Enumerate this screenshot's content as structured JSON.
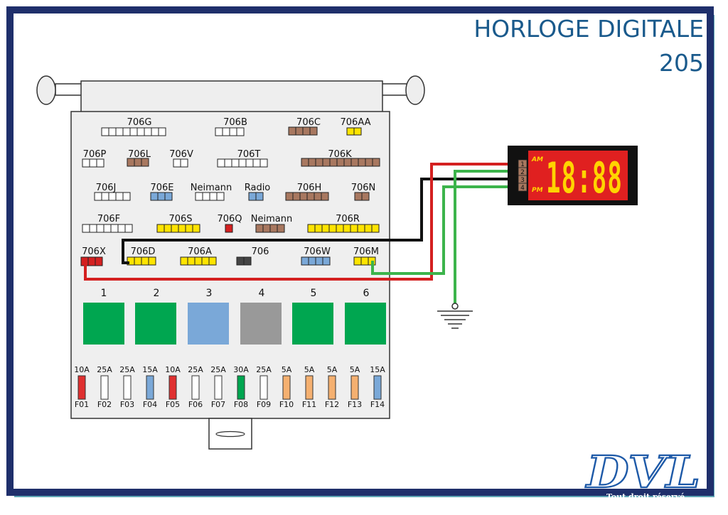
{
  "title": {
    "line1": "HORLOGE DIGITALE",
    "line2": "205"
  },
  "connectors": [
    {
      "name": "706G",
      "pins": 9,
      "color": "#ffffff"
    },
    {
      "name": "706B",
      "pins": 4,
      "color": "#ffffff"
    },
    {
      "name": "706C",
      "pins": 4,
      "color": "#a87860"
    },
    {
      "name": "706AA",
      "pins": 2,
      "color": "#ffe400"
    },
    {
      "name": "706P",
      "pins": 3,
      "color": "#ffffff"
    },
    {
      "name": "706L",
      "pins": 3,
      "color": "#a87860"
    },
    {
      "name": "706V",
      "pins": 2,
      "color": "#ffffff"
    },
    {
      "name": "706T",
      "pins": 7,
      "color": "#ffffff"
    },
    {
      "name": "706K",
      "pins": 11,
      "color": "#a87860"
    },
    {
      "name": "706J",
      "pins": 5,
      "color": "#ffffff"
    },
    {
      "name": "706E",
      "pins": 3,
      "color": "#7aa8d8"
    },
    {
      "name": "Neimann",
      "pins": 4,
      "color": "#ffffff"
    },
    {
      "name": "Radio",
      "pins": 2,
      "color": "#7aa8d8"
    },
    {
      "name": "706H",
      "pins": 6,
      "color": "#a87860"
    },
    {
      "name": "706N",
      "pins": 2,
      "color": "#a87860"
    },
    {
      "name": "706F",
      "pins": 7,
      "color": "#ffffff"
    },
    {
      "name": "706S",
      "pins": 6,
      "color": "#ffe400"
    },
    {
      "name": "706Q",
      "pins": 1,
      "color": "#d42020"
    },
    {
      "name": "Neimann",
      "pins": 4,
      "color": "#a87860"
    },
    {
      "name": "706R",
      "pins": 10,
      "color": "#ffe400"
    },
    {
      "name": "706X",
      "pins": 3,
      "color": "#d42020"
    },
    {
      "name": "706D",
      "pins": 4,
      "color": "#ffe400"
    },
    {
      "name": "706A",
      "pins": 5,
      "color": "#ffe400"
    },
    {
      "name": "706",
      "pins": 2,
      "color": "#444444"
    },
    {
      "name": "706W",
      "pins": 4,
      "color": "#7aa8d8"
    },
    {
      "name": "706M",
      "pins": 3,
      "color": "#ffe400"
    }
  ],
  "relays": [
    {
      "label": "1",
      "color": "#00a650"
    },
    {
      "label": "2",
      "color": "#00a650"
    },
    {
      "label": "3",
      "color": "#7aa8d8"
    },
    {
      "label": "4",
      "color": "#999999"
    },
    {
      "label": "5",
      "color": "#00a650"
    },
    {
      "label": "6",
      "color": "#00a650"
    }
  ],
  "fuses": [
    {
      "rating": "10A",
      "id": "F01",
      "color": "#e03030"
    },
    {
      "rating": "25A",
      "id": "F02",
      "color": "#ffffff"
    },
    {
      "rating": "25A",
      "id": "F03",
      "color": "#ffffff"
    },
    {
      "rating": "15A",
      "id": "F04",
      "color": "#7aa8d8"
    },
    {
      "rating": "10A",
      "id": "F05",
      "color": "#e03030"
    },
    {
      "rating": "25A",
      "id": "F06",
      "color": "#ffffff"
    },
    {
      "rating": "25A",
      "id": "F07",
      "color": "#ffffff"
    },
    {
      "rating": "30A",
      "id": "F08",
      "color": "#00a650"
    },
    {
      "rating": "25A",
      "id": "F09",
      "color": "#ffffff"
    },
    {
      "rating": "5A",
      "id": "F10",
      "color": "#f5b070"
    },
    {
      "rating": "5A",
      "id": "F11",
      "color": "#f5b070"
    },
    {
      "rating": "5A",
      "id": "F12",
      "color": "#f5b070"
    },
    {
      "rating": "5A",
      "id": "F13",
      "color": "#f5b070"
    },
    {
      "rating": "15A",
      "id": "F14",
      "color": "#7aa8d8"
    }
  ],
  "clock": {
    "am": "AM",
    "pm": "PM",
    "time": "18:88",
    "pins": [
      "1",
      "2",
      "3",
      "4"
    ],
    "display_color": "#e02020",
    "segment_color": "#ffd400"
  },
  "wires": {
    "red": "#d42020",
    "green": "#3cb44b",
    "black": "#111111"
  },
  "logo": {
    "text": "DVL",
    "rights": "Tout droit réservé"
  },
  "colors": {
    "frame": "#1f2f6b",
    "frame_shadow": "#5fa6b5",
    "title": "#1a5a8c"
  }
}
